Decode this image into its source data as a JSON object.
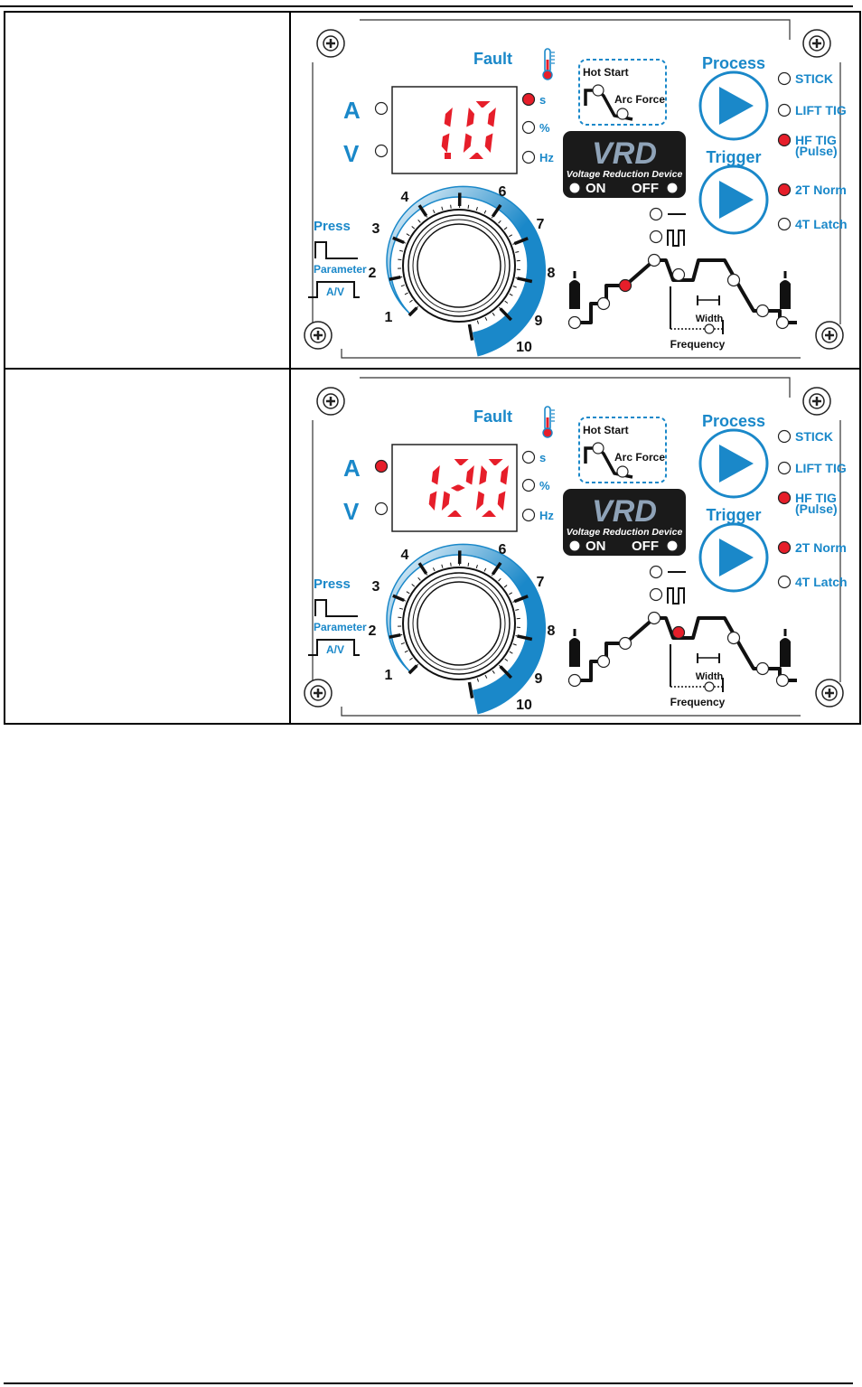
{
  "panels": [
    {
      "display": "1.0",
      "indicators": {
        "A": false,
        "V": false,
        "s": true,
        "pct": false,
        "Hz": false,
        "stick": false,
        "lift_tig": false,
        "hf_tig": true,
        "t2": true,
        "t4": false,
        "vrd_on": false,
        "vrd_off": false,
        "dc": false,
        "pulse": false
      },
      "curve_active": 2
    },
    {
      "display": "120",
      "indicators": {
        "A": true,
        "V": false,
        "s": false,
        "pct": false,
        "Hz": false,
        "stick": false,
        "lift_tig": false,
        "hf_tig": true,
        "t2": true,
        "t4": false,
        "vrd_on": false,
        "vrd_off": false,
        "dc": false,
        "pulse": false
      },
      "curve_active": 4
    }
  ],
  "labels": {
    "fault": "Fault",
    "amp": "A",
    "volt": "V",
    "unit_s": "s",
    "unit_pct": "%",
    "unit_hz": "Hz",
    "hot_start": "Hot Start",
    "arc_force": "Arc Force",
    "vrd_logo": "VRD",
    "vrd_sub": "Voltage Reduction Device",
    "vrd_on": "ON",
    "vrd_off": "OFF",
    "process": "Process",
    "trigger": "Trigger",
    "stick": "STICK",
    "lift_tig": "LIFT TIG",
    "hf_tig": "HF TIG",
    "pulse": "(Pulse)",
    "t2_norm": "2T Norm",
    "t4_latch": "4T Latch",
    "press": "Press",
    "parameter": "Parameter",
    "av": "A/V",
    "width": "Width",
    "frequency": "Frequency",
    "dial": [
      "1",
      "2",
      "3",
      "4",
      "6",
      "7",
      "8",
      "9",
      "10"
    ]
  },
  "colors": {
    "blue": "#1a88c9",
    "red": "#e61e2a",
    "off": "#ffffff",
    "dark": "#1a1a1a"
  }
}
